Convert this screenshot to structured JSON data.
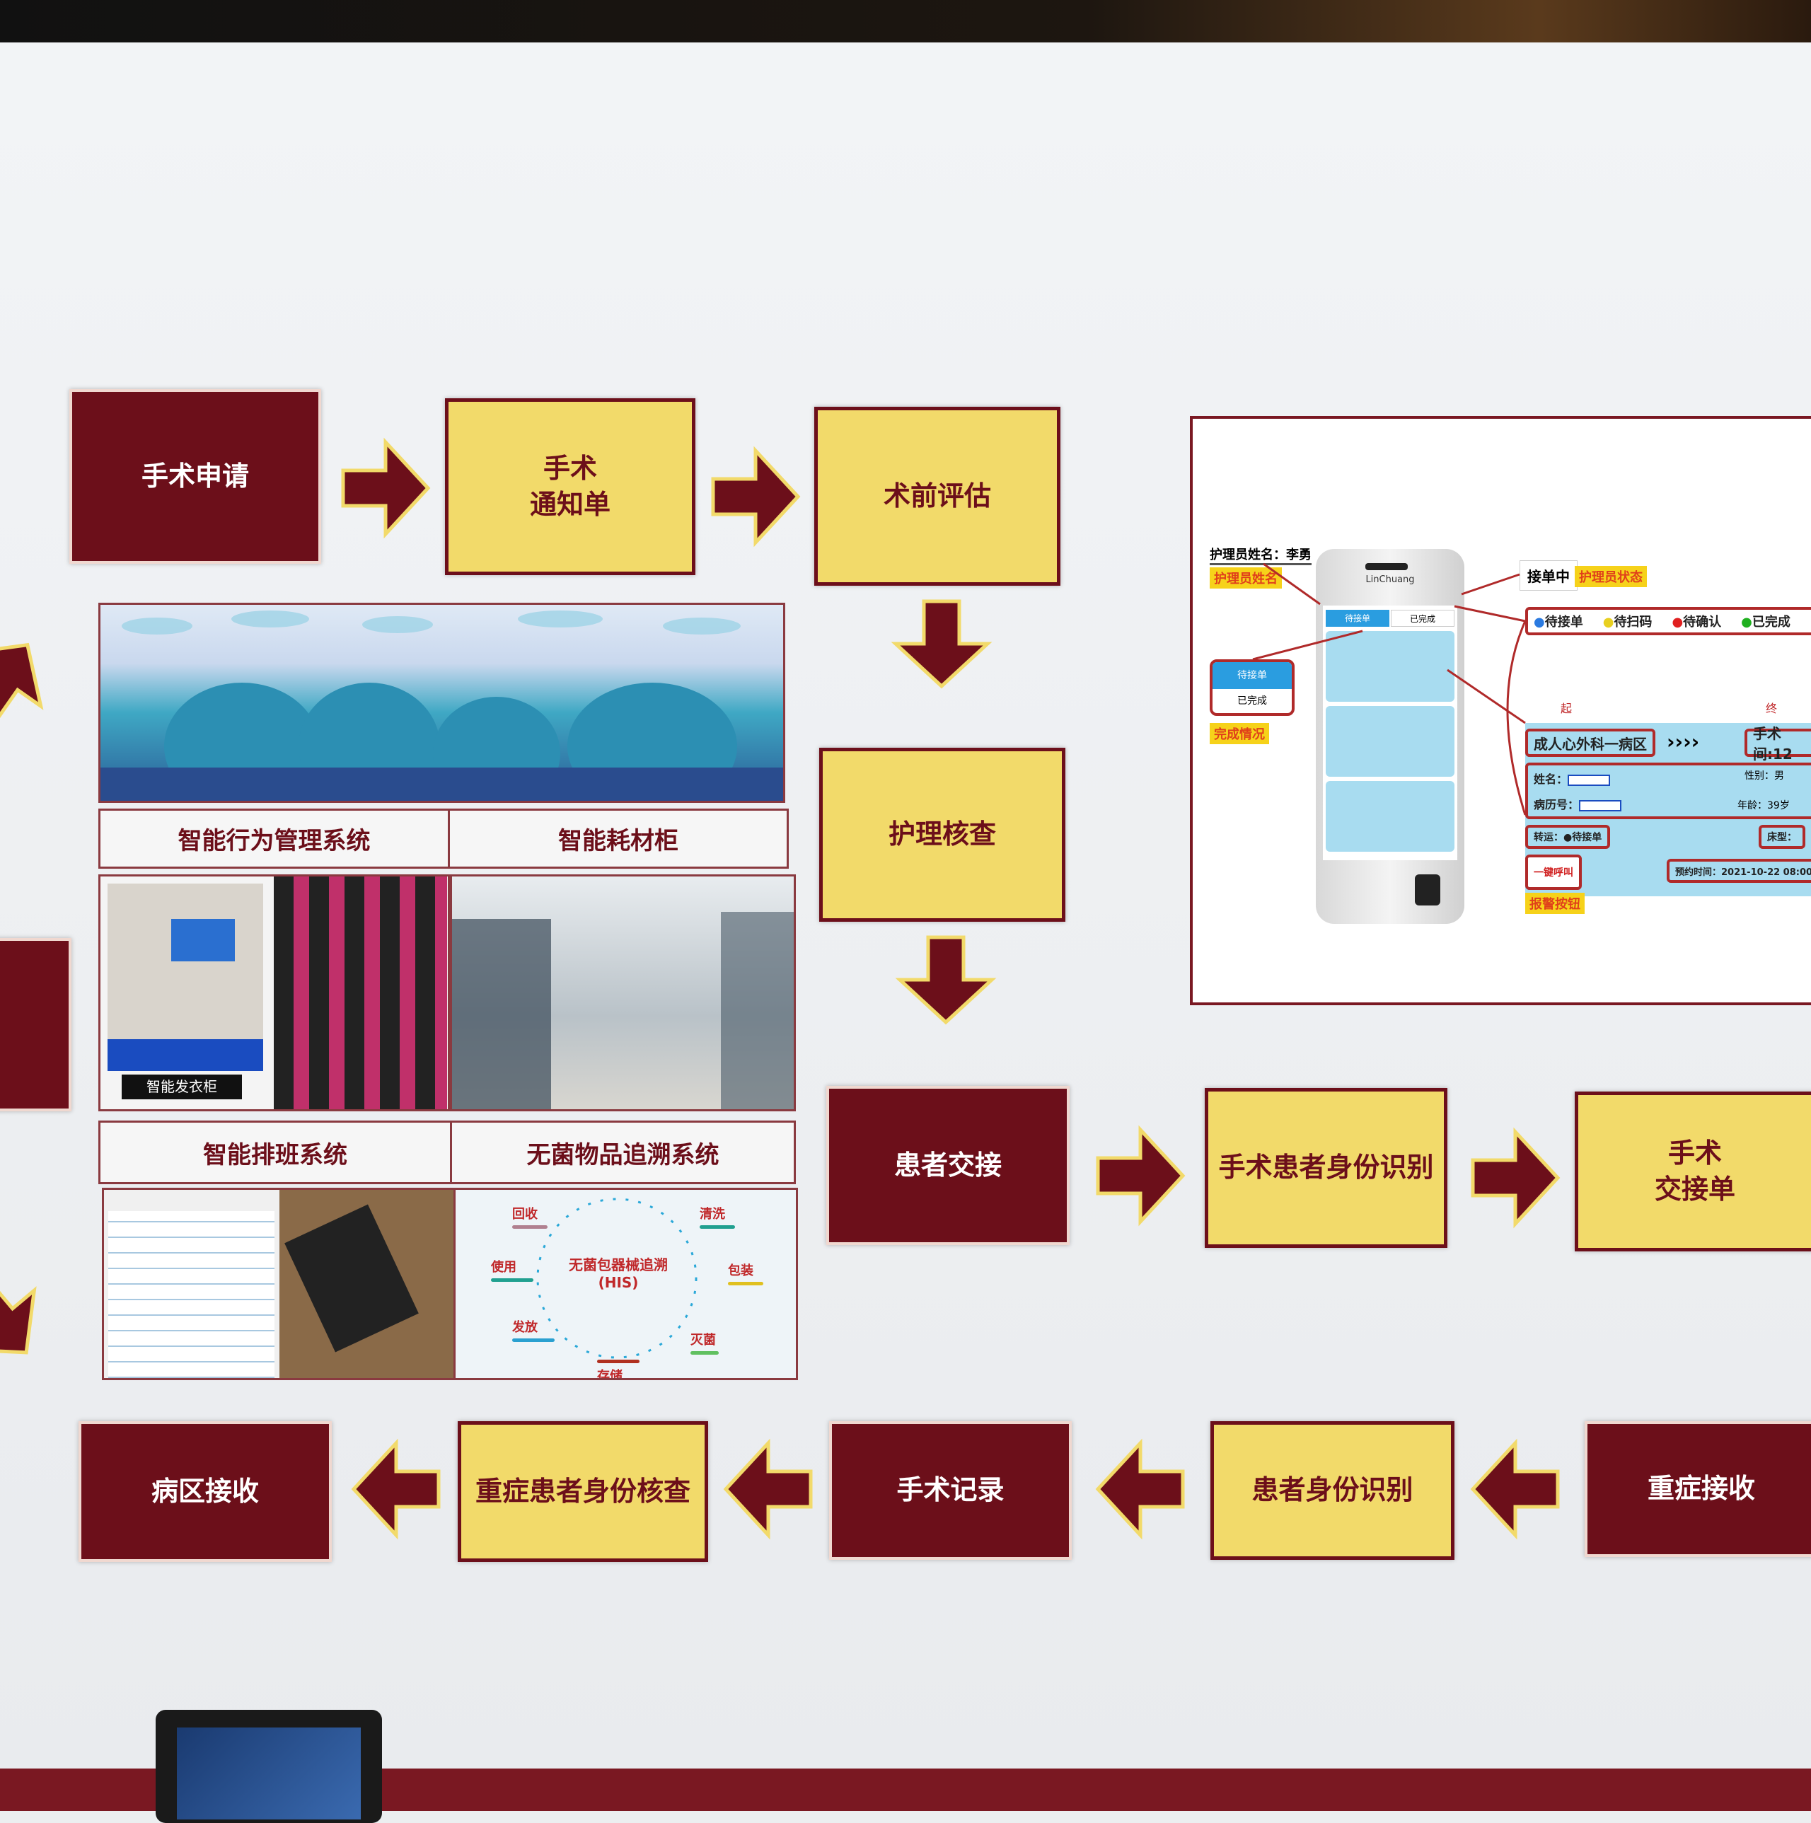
{
  "flow": {
    "surgery_application": "手术申请",
    "surgery_notice": "手术\n通知单",
    "preop_assessment": "术前评估",
    "nursing_check": "护理核查",
    "patient_handover": "患者交接",
    "patient_id_recognition": "手术患者身份识别",
    "surgery_handover_sheet": "手术\n交接单",
    "icu_reception": "重症接收",
    "patient_identity": "患者身份识别",
    "surgery_record": "手术记录",
    "icu_patient_verify": "重症患者身份核查",
    "ward_reception": "病区接收"
  },
  "systems": {
    "behavior_mgmt": "智能行为管理系统",
    "consumables_cabinet": "智能耗材柜",
    "scheduling": "智能排班系统",
    "sterile_tracking": "无菌物品追溯系统",
    "cabinet_caption": "智能发衣柜"
  },
  "cycle": {
    "center": "无菌包器械追溯",
    "center_sub": "(HIS)",
    "steps": [
      {
        "label": "回收",
        "color": "#b08090"
      },
      {
        "label": "清洗",
        "color": "#20a090"
      },
      {
        "label": "包装",
        "color": "#e0c020"
      },
      {
        "label": "灭菌",
        "color": "#60c060"
      },
      {
        "label": "存储",
        "color": "#b03020"
      },
      {
        "label": "发放",
        "color": "#2aa0d0"
      },
      {
        "label": "使用",
        "color": "#20a090"
      }
    ]
  },
  "app": {
    "brand": "LinChuang",
    "nurse_name": "护理员姓名：李勇",
    "tag_nurse_name": "护理员姓名",
    "status_label": "接单中",
    "tag_nurse_status": "护理员状态",
    "states": [
      "待接单",
      "待扫码",
      "待确认",
      "已完成"
    ],
    "tab_active": "待接单",
    "tab_other": "已完成",
    "tag_completion": "完成情况",
    "from_ward": "成人心外科一病区",
    "chevrons": "››››",
    "to_room": "手术间:12",
    "label_start": "起",
    "label_end": "终",
    "name_label": "姓名：",
    "record_label": "病历号：",
    "gender": "性别：男",
    "age": "年龄：39岁",
    "transport": "转运：●待接单",
    "bed": "床型：",
    "call_button": "一键呼叫",
    "appointment": "预约时间：2021-10-22 08:00",
    "tag_alarm": "报警按钮"
  }
}
